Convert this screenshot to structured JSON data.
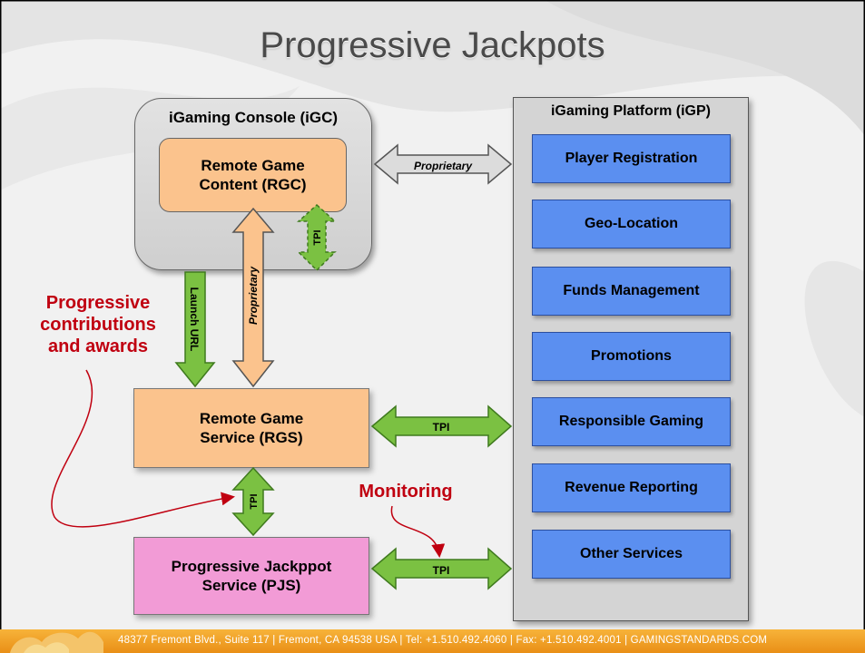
{
  "title": "Progressive Jackpots",
  "igc": {
    "title": "iGaming Console (iGC)",
    "rgc_line1": "Remote Game",
    "rgc_line2": "Content (RGC)"
  },
  "rgs": {
    "line1": "Remote Game",
    "line2": "Service (RGS)"
  },
  "pjs": {
    "line1": "Progressive Jackppot",
    "line2": "Service (PJS)"
  },
  "igp": {
    "title": "iGaming Platform (iGP)",
    "services": [
      "Player Registration",
      "Geo-Location",
      "Funds Management",
      "Promotions",
      "Responsible Gaming",
      "Revenue Reporting",
      "Other Services"
    ]
  },
  "arrows": {
    "igc_igp": "Proprietary",
    "rgc_rgs": "Proprietary",
    "igc_tpi": "TPI",
    "launch": "Launch URL",
    "rgs_igp": "TPI",
    "rgs_pjs": "TPI",
    "pjs_igp": "TPI"
  },
  "annotations": {
    "progressive_line1": "Progressive",
    "progressive_line2": "contributions",
    "progressive_line3": "and awards",
    "monitoring": "Monitoring"
  },
  "footer": "48377 Fremont Blvd., Suite 117  |  Fremont, CA 94538  USA  |  Tel: +1.510.492.4060  |  Fax: +1.510.492.4001  |  GAMINGSTANDARDS.COM",
  "colors": {
    "orange_box": "#fbc38d",
    "pink_box": "#f29bd6",
    "blue_box": "#5b8ff0",
    "green_arrow": "#7bc142",
    "red_text": "#c00010",
    "footer": "#f0a020"
  }
}
